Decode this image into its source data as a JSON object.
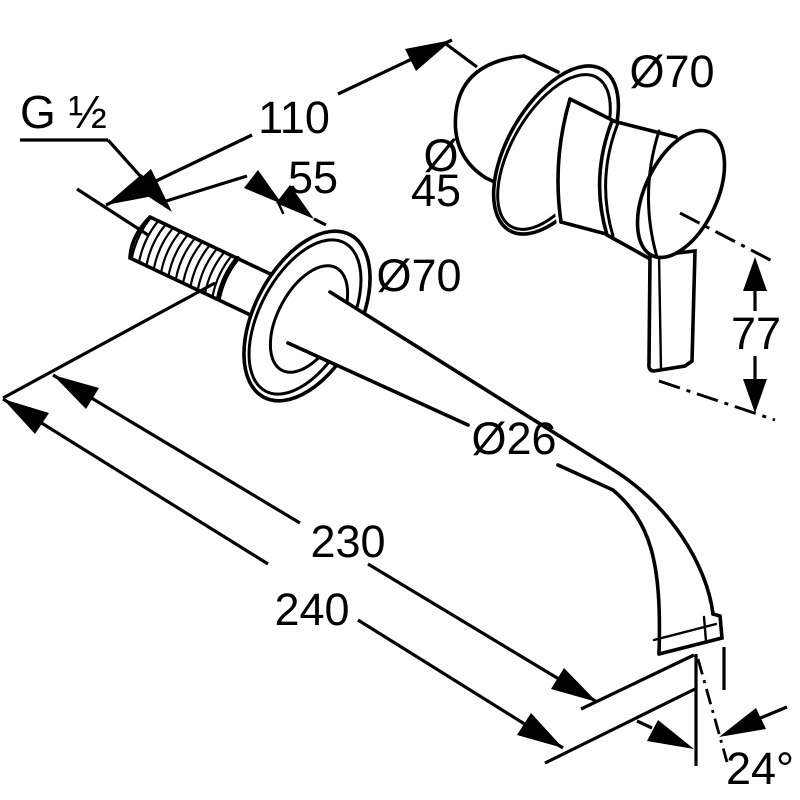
{
  "drawing": {
    "labels": {
      "thread": "G ½",
      "dim_110": "110",
      "dim_55": "55",
      "dia_70_handle": "Ø70",
      "dia_45_symbol": "Ø",
      "dia_45_value": "45",
      "dia_70_spout": "Ø70",
      "dia_26": "Ø26",
      "dim_77": "77",
      "dim_230": "230",
      "dim_240": "240",
      "angle": "24°"
    },
    "colors": {
      "line": "#000000",
      "background": "#ffffff"
    }
  }
}
